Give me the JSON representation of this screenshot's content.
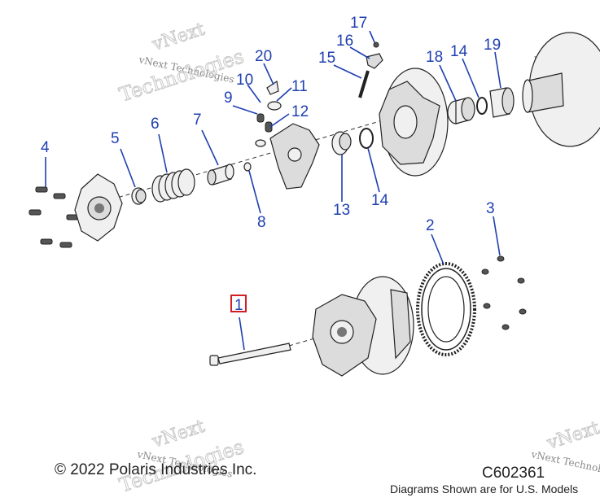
{
  "diagram": {
    "callouts": [
      "1",
      "2",
      "3",
      "4",
      "5",
      "6",
      "7",
      "8",
      "9",
      "10",
      "11",
      "12",
      "13",
      "14",
      "14",
      "15",
      "16",
      "17",
      "18",
      "19",
      "20"
    ],
    "highlighted_callout": "1",
    "callout_color": "#1f3fb0",
    "highlight_color": "#d21f26"
  },
  "watermark": {
    "line1": "vNext Technologies",
    "line2": "vNext",
    "line3": "Technologies"
  },
  "footer": {
    "copyright": "© 2022 Polaris Industries Inc.",
    "diagram_code": "C602361",
    "disclaimer": "Diagrams Shown are for U.S. Models"
  }
}
